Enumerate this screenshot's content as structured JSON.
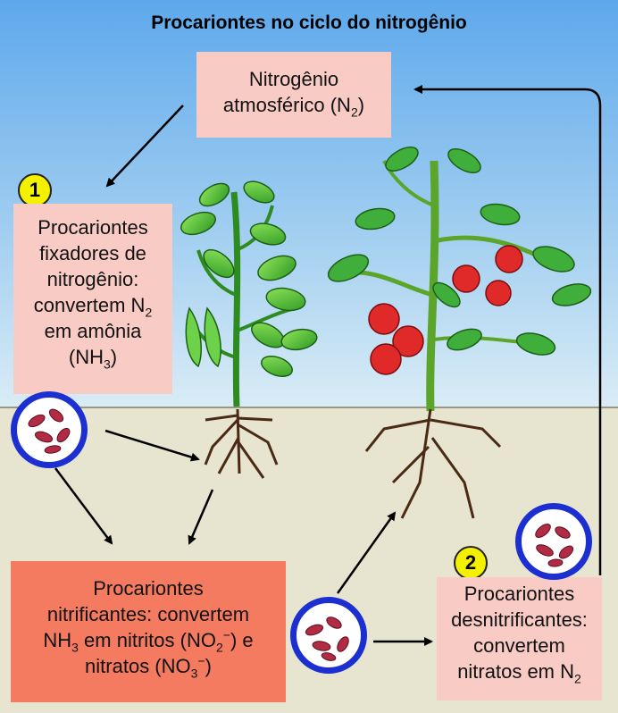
{
  "title": "Procariontes no ciclo do nitrogênio",
  "n2_box": {
    "line1": "Nitrogênio",
    "line2": "atmosférico (N",
    "sub": "2",
    "end": ")"
  },
  "fixers_box": {
    "badge": "1",
    "line1": "Procariontes",
    "line2": "fixadores de",
    "line3": "nitrogênio:",
    "line4": "convertem N",
    "line4_sub": "2",
    "line5": "em amônia",
    "line6_a": "(NH",
    "line6_sub": "3",
    "line6_b": ")"
  },
  "nitrifiers_box": {
    "line1": "Procariontes",
    "line2": "nitrificantes: convertem",
    "line3_a": "NH",
    "line3_sub": "3",
    "line3_b": " em nitritos (NO",
    "line3_sub2": "2",
    "line3_sup2": "−",
    "line3_c": ") e",
    "line4_a": "nitratos (NO",
    "line4_sub": "3",
    "line4_sup": "−",
    "line4_b": ")"
  },
  "denitrifiers_box": {
    "badge": "2",
    "line1": "Procariontes",
    "line2": "desnitrificantes:",
    "line3": "convertem",
    "line4_a": "nitratos em N",
    "line4_sub": "2"
  },
  "colors": {
    "sky": "#5da8ec",
    "soil": "#e7e4d0",
    "box_pink": "#f9cbc5",
    "box_salmon": "#f47a60",
    "microbe_ring": "#1c2fd0",
    "badge": "#f3f000"
  }
}
